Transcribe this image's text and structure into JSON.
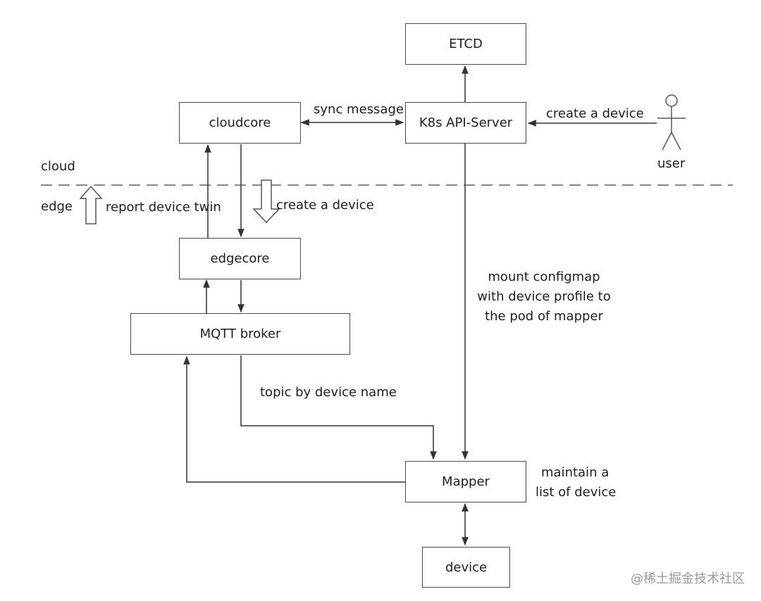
{
  "nodes": {
    "etcd": "ETCD",
    "cloudcore": "cloudcore",
    "k8s_api_server": "K8s API-Server",
    "edgecore": "edgecore",
    "mqtt_broker": "MQTT broker",
    "mapper": "Mapper",
    "device": "device"
  },
  "actor": {
    "label": "user"
  },
  "zones": {
    "cloud": "cloud",
    "edge": "edge"
  },
  "edges": {
    "sync_message": "sync message",
    "create_device_user": "create a device",
    "report_device_twin": "report device twin",
    "create_device_edge": "create a device",
    "mount_configmap": [
      "mount configmap",
      "with device profile to",
      "the pod of mapper"
    ],
    "topic_by_device_name": "topic by device name",
    "maintain_list": [
      "maintain a",
      "list of device"
    ]
  },
  "watermark": "@稀土掘金技术社区",
  "colors": {
    "line": "#333333",
    "box_border": "#4a4a4a",
    "dash": "#888888",
    "watermark": "#9a9a9a"
  }
}
